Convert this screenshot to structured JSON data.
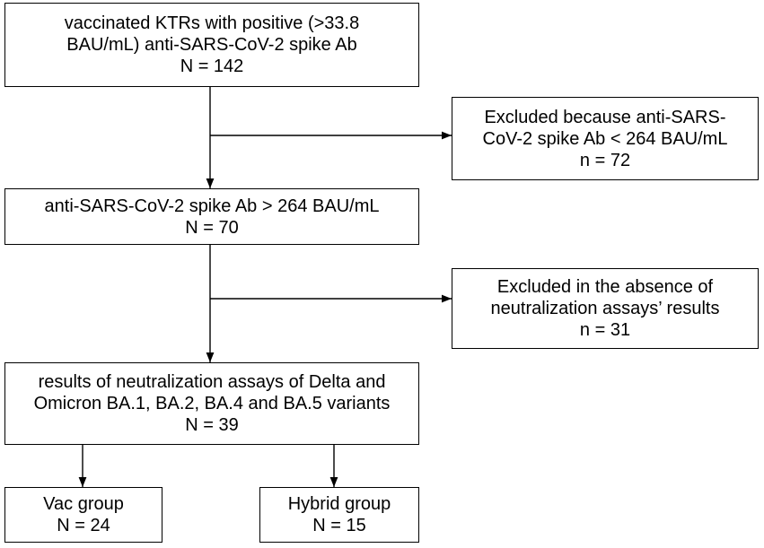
{
  "flowchart": {
    "nodes": {
      "start": {
        "lines": [
          "vaccinated KTRs with positive (>33.8",
          "BAU/mL) anti-SARS-CoV-2 spike Ab",
          "N = 142"
        ]
      },
      "excluded_1": {
        "lines": [
          "Excluded because anti-SARS-",
          "CoV-2 spike Ab < 264 BAU/mL",
          "n = 72"
        ]
      },
      "step_2": {
        "lines": [
          "anti-SARS-CoV-2 spike Ab > 264 BAU/mL",
          "N = 70"
        ]
      },
      "excluded_2": {
        "lines": [
          "Excluded in the absence of",
          "neutralization assays’ results",
          "n = 31"
        ]
      },
      "step_3": {
        "lines": [
          "results of neutralization assays of Delta and",
          "Omicron BA.1, BA.2, BA.4 and BA.5 variants",
          "N = 39"
        ]
      },
      "vac_group": {
        "lines": [
          "Vac group",
          "N = 24"
        ]
      },
      "hybrid_group": {
        "lines": [
          "Hybrid group",
          "N = 15"
        ]
      }
    },
    "colors": {
      "line": "#000000",
      "background": "#ffffff"
    }
  }
}
